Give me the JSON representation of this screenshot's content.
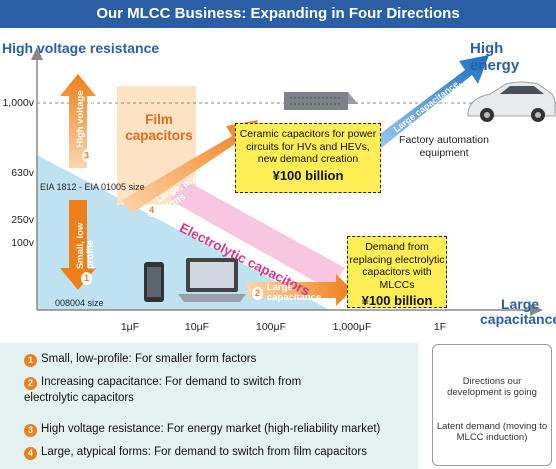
{
  "title": "Our MLCC Business: Expanding in Four Directions",
  "axes": {
    "y_label": "High voltage resistance",
    "x_label": "Large capacitance",
    "y_ticks": [
      "1,000v",
      "630v",
      "250v",
      "100v"
    ],
    "x_ticks": [
      "1μF",
      "10μF",
      "100μF",
      "1,000μF",
      "1F"
    ]
  },
  "high_energy": "High energy",
  "regions": {
    "film": "Film capacitors",
    "electrolytic": "Electrolytic capacitors"
  },
  "size_labels": {
    "eia": "EIA 1812 - EIA 01005 size",
    "small": "008004 size"
  },
  "arrows": {
    "a1": {
      "num": "1",
      "text": "Small, low profile"
    },
    "a2": {
      "num": "2",
      "text": "Large capacitance"
    },
    "a3": {
      "num": "3",
      "text": "High voltage resistance"
    },
    "a4": {
      "num": "4",
      "text": "Large, atypical forms"
    },
    "energy": "Large capacitance, high-voltage resistance"
  },
  "callouts": {
    "ceramic": {
      "text": "Ceramic capacitors for power circuits for HVs and HEVs, new demand creation",
      "amount": "¥100 billion"
    },
    "demand": {
      "text": "Demand from replacing electrolytic capacitors with MLCCs",
      "amount": "¥100 billion"
    }
  },
  "factory": "Factory automation equipment",
  "legend": [
    {
      "num": "1",
      "text": "Small, low-profile: For smaller form factors"
    },
    {
      "num": "2",
      "text": "Increasing capacitance: For demand to switch from electrolytic capacitors"
    },
    {
      "num": "3",
      "text": "High voltage resistance: For energy market (high-reliability market)"
    },
    {
      "num": "4",
      "text": "Large, atypical forms: For demand to switch from film capacitors"
    }
  ],
  "key": {
    "directions": "Directions our development is going",
    "latent": "Latent demand (moving to MLCC induction)"
  },
  "colors": {
    "title_bg": "#2a5fa6",
    "orange": "#f07f19",
    "blue_region": "#bfe2f3",
    "pink_region": "#f6c7de",
    "film_region": "#fde2c4",
    "callout": "#ffed55",
    "energy_arrow": "#3f8fd0"
  }
}
